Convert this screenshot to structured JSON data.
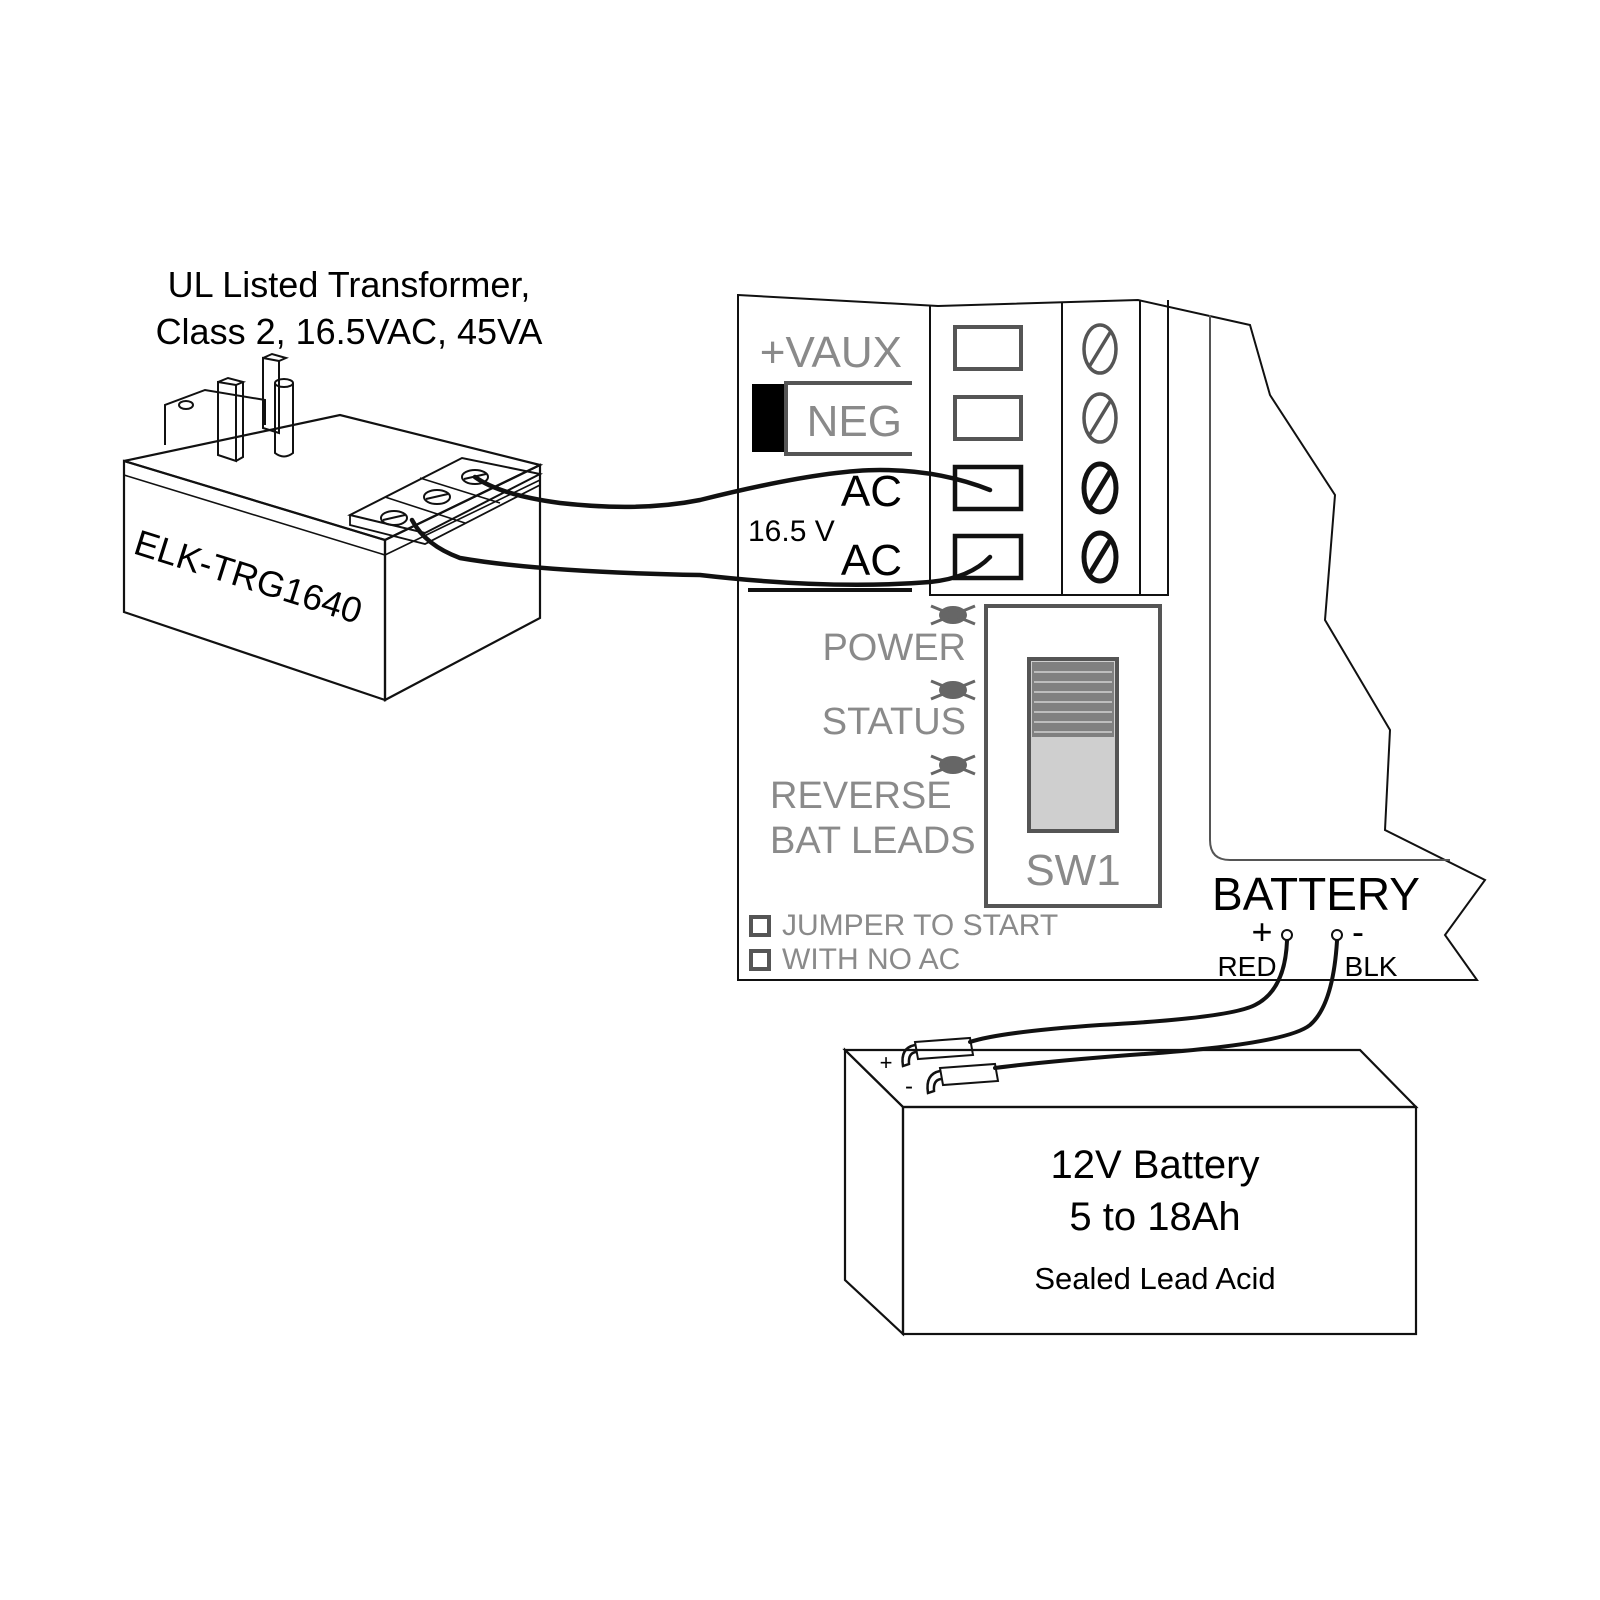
{
  "transformer": {
    "caption_line1": "UL Listed Transformer,",
    "caption_line2": "Class 2, 16.5VAC, 45VA",
    "model": "ELK-TRG1640"
  },
  "board": {
    "terminals": {
      "vaux": "+VAUX",
      "neg": "NEG",
      "ac1": "AC",
      "ac2": "AC",
      "voltage": "16.5 V"
    },
    "leds": {
      "power": "POWER",
      "status": "STATUS",
      "reverse_line1": "REVERSE",
      "reverse_line2": "BAT LEADS"
    },
    "switch": "SW1",
    "jumper_line1": "JUMPER TO START",
    "jumper_line2": "WITH NO AC",
    "battery_header": "BATTERY",
    "plus": "+",
    "minus": "-",
    "red": "RED",
    "blk": "BLK"
  },
  "battery": {
    "line1": "12V Battery",
    "line2": "5 to 18Ah",
    "line3": "Sealed Lead Acid",
    "plus": "+",
    "minus": "-"
  },
  "colors": {
    "ink": "#111111",
    "label_gray": "#8a8a8a",
    "background": "#ffffff"
  }
}
